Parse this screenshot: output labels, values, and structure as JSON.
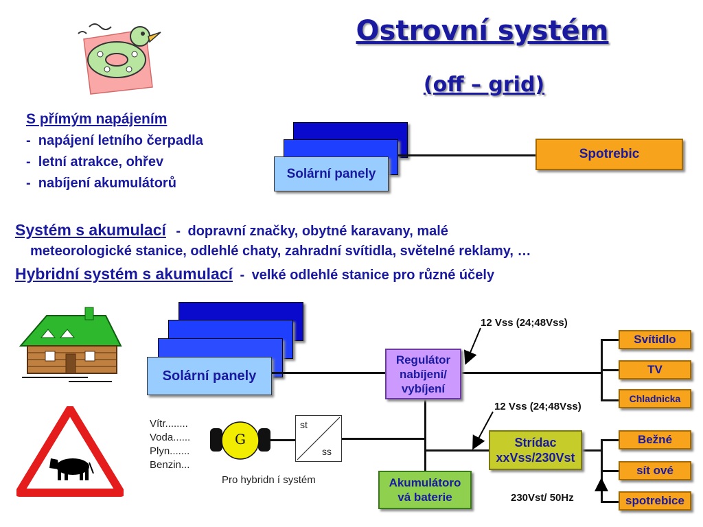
{
  "title": "Ostrovní systém",
  "subtitle": "(off – grid)",
  "direct": {
    "heading": "S přímým napájením",
    "items": [
      "napájení letního čerpadla",
      "letní atrakce, ohřev",
      "nabíjení akumulátorů"
    ],
    "panel_label": "Solární panely",
    "consumer_label": "Spotrebic"
  },
  "accum": {
    "heading": "Systém s akumulací",
    "dash": "-",
    "text1": "dopravní značky, obytné karavany, malé",
    "text2": "meteorologické stanice, odlehlé chaty, zahradní svítidla, světelné reklamy, …"
  },
  "hybrid": {
    "heading": "Hybridní systém s akumulací",
    "dash": "-",
    "text": "velké odlehlé stanice pro různé účely"
  },
  "diagram": {
    "panel_label": "Solární panely",
    "regulator": [
      "Regulátor",
      "nabíjení/",
      "vybíjení"
    ],
    "battery": [
      "Akumulátoro",
      "vá baterie"
    ],
    "inverter_line1": "Strídac",
    "inverter_line2": "xxVss/230Vst",
    "dc_loads": [
      "Svítidlo",
      "TV",
      "Chladnicka"
    ],
    "ac_loads": [
      "Bežné",
      "sít ové",
      "spotrebice"
    ],
    "voltage_dc_1": "12 Vss (24;48Vss)",
    "voltage_dc_2": "12 Vss (24;48Vss)",
    "voltage_ac": "230Vst/ 50Hz",
    "generator_symbol": "G",
    "generator_sources": [
      "Vítr........",
      "Voda......",
      "Plyn.......",
      "Benzin..."
    ],
    "generator_caption": "Pro hybridn í systém",
    "converter_top": "st",
    "converter_bottom": "ss"
  },
  "icons": [
    "duck-clipart-icon",
    "house-clipart-icon",
    "cattle-warning-sign-icon"
  ],
  "colors": {
    "text_blue": "#1a1aa0",
    "orange": "#f7a31c",
    "purple": "#cc99ff",
    "green": "#c6cc2a",
    "battery_green": "#8fd14f",
    "panel_light": "#99ccff",
    "panel_blue": "#1f3fff",
    "panel_dark": "#0a0acc"
  }
}
